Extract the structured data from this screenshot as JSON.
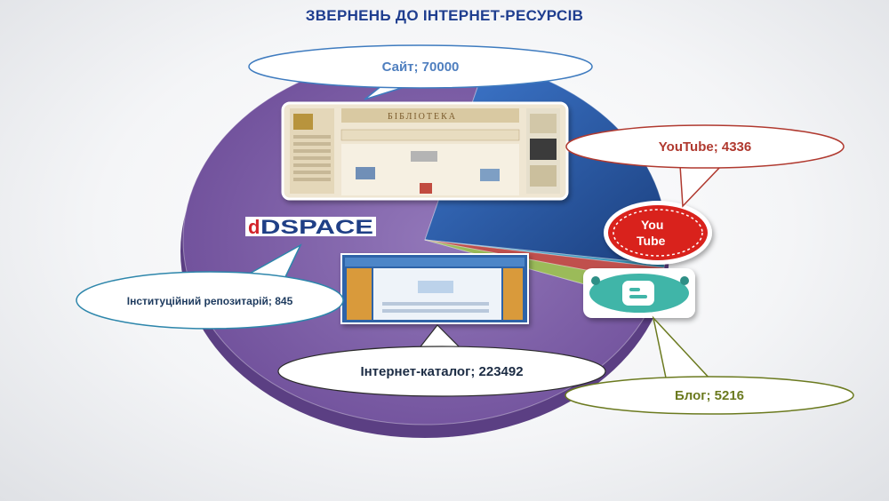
{
  "title": "ЗВЕРНЕНЬ ДО ІНТЕРНЕТ-РЕСУРСІВ",
  "chart_data": {
    "type": "pie",
    "title": "ЗВЕРНЕНЬ ДО ІНТЕРНЕТ-РЕСУРСІВ",
    "slices": [
      {
        "name": "Інтернет-каталог",
        "value": 223492,
        "label": "Інтернет-каталог; 223492",
        "color": "#8a69b0"
      },
      {
        "name": "Сайт",
        "value": 70000,
        "label": "Сайт; 70000",
        "color": "#2e5ea8"
      },
      {
        "name": "Інституційний репозитарій",
        "value": 845,
        "label": "Інституційний репозитарій; 845",
        "color": "#4aa7c8"
      },
      {
        "name": "YouTube",
        "value": 4336,
        "label": "YouTube; 4336",
        "color": "#c0504d"
      },
      {
        "name": "Блог",
        "value": 5216,
        "label": "Блог; 5216",
        "color": "#9bbb59"
      }
    ]
  },
  "logos": {
    "dspace": "DSPACE",
    "youtube_top": "You",
    "youtube_bottom": "Tube"
  },
  "screenshots": {
    "site_header": "БІБЛІОТЕКА"
  },
  "colors": {
    "title": "#1f3e8f",
    "site_label": "#4f7fbf",
    "youtube_label": "#b0392f",
    "blog_label": "#6b7a1f",
    "catalog_label": "#1c2c44",
    "repo_label": "#1d3a5e"
  }
}
